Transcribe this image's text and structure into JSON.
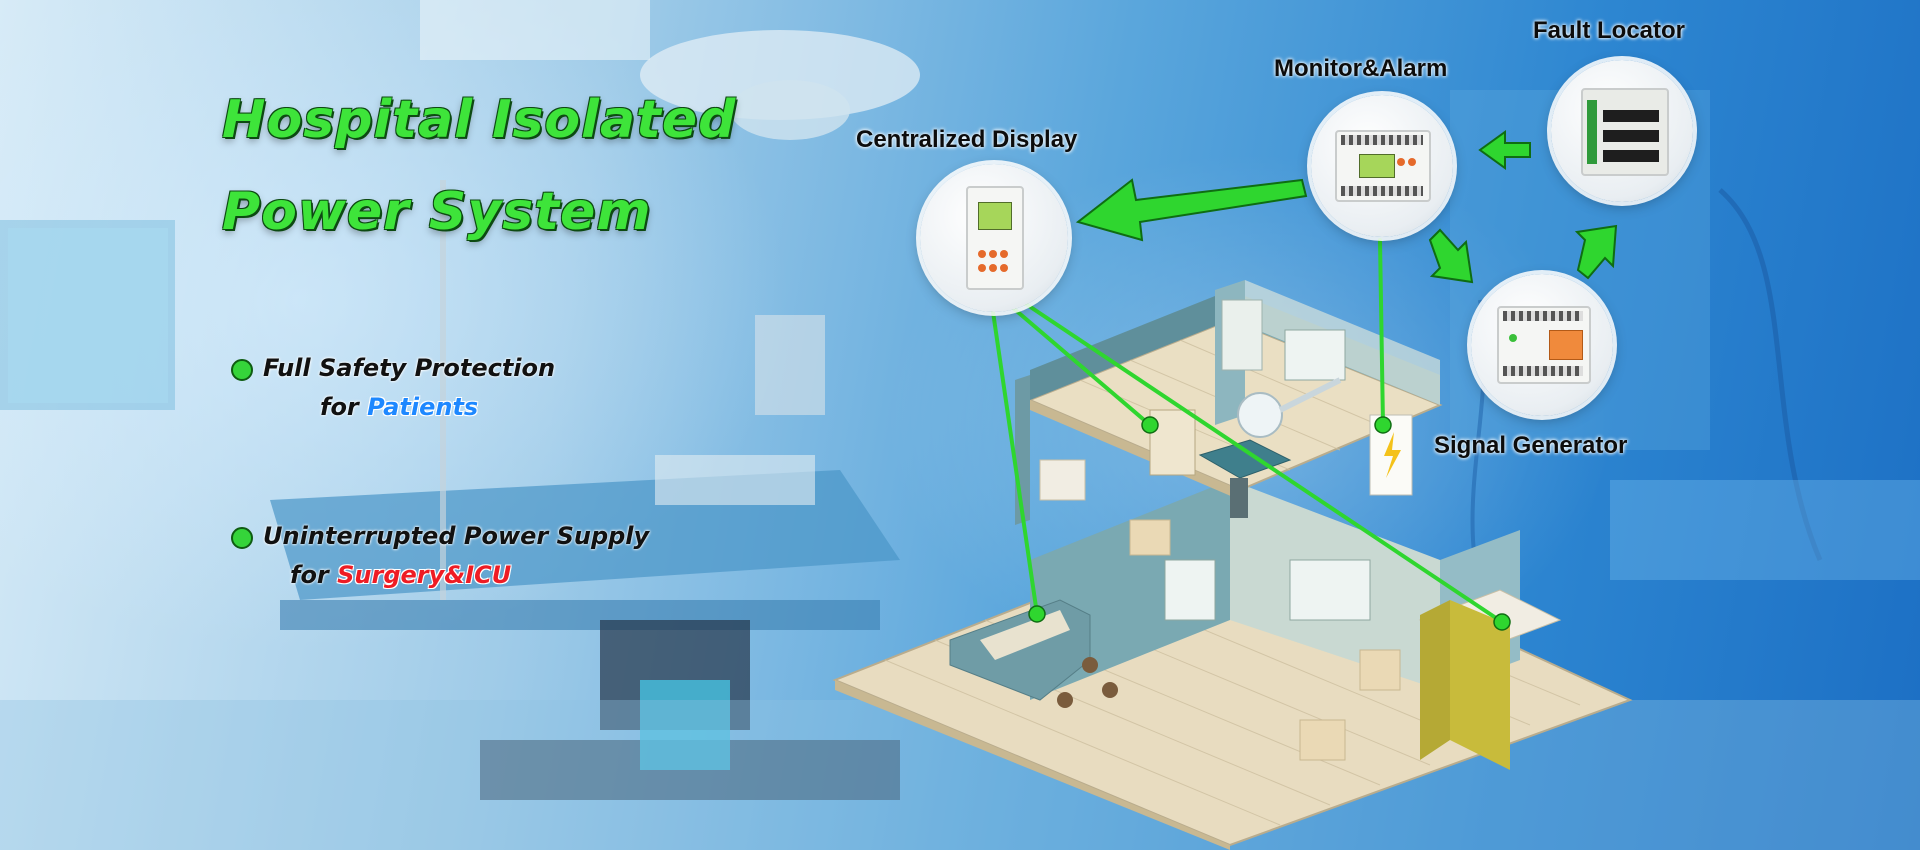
{
  "headline": {
    "line1": "Hospital Isolated",
    "line2": "Power System"
  },
  "features": [
    {
      "main": "Full Safety Protection",
      "prefix": "for ",
      "highlight": "Patients"
    },
    {
      "main": "Uninterrupted Power Supply",
      "prefix": "for ",
      "highlight": "Surgery&ICU"
    }
  ],
  "devices": {
    "centralized_display": "Centralized Display",
    "monitor_alarm": "Monitor&Alarm",
    "fault_locator": "Fault Locator",
    "signal_generator": "Signal Generator"
  },
  "colors": {
    "headline_green": "#3ee43a",
    "arrow_green": "#2fd62f",
    "patients_blue": "#1e88ff",
    "surgery_red": "#ee1c24",
    "background_blue": "#2d86d1"
  },
  "icons": [
    "lightning-bolt-icon",
    "bullet-dot-icon",
    "arrow-icon"
  ]
}
